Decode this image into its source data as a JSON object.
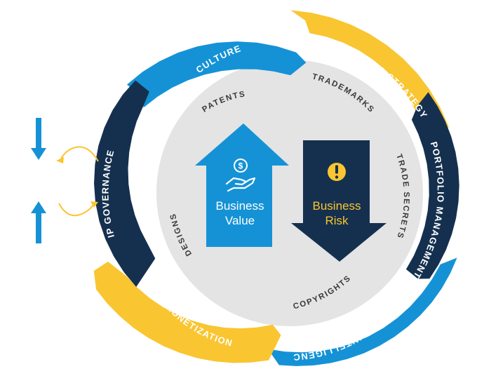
{
  "cycle": {
    "segments": [
      {
        "id": "culture",
        "label": "CULTURE",
        "color": "#1592d6"
      },
      {
        "id": "portfolio-strategy",
        "label": "PORTFOLIO STRATEGY",
        "color": "#f9c531"
      },
      {
        "id": "portfolio-management",
        "label": "PORTFOLIO MANAGEMENT",
        "color": "#15304f"
      },
      {
        "id": "industry-intelligence",
        "label": "INDUSTRY INTELLIGENCE",
        "color": "#1592d6"
      },
      {
        "id": "monetization",
        "label": "MONETIZATION",
        "color": "#f9c531"
      },
      {
        "id": "ip-governance",
        "label": "IP GOVERNANCE",
        "color": "#15304f"
      }
    ]
  },
  "assets": {
    "patents": "PATENTS",
    "trademarks": "TRADEMARKS",
    "trade_secrets": "TRADE SECRETS",
    "copyrights": "COPYRIGHTS",
    "designs": "DESIGNS"
  },
  "center": {
    "value": {
      "line1": "Business",
      "line2": "Value",
      "color": "#1592d6",
      "icon": "dollar-hand-icon"
    },
    "risk": {
      "line1": "Business",
      "line2": "Risk",
      "color": "#15304f",
      "text_color": "#f9c531",
      "icon": "exclamation-icon"
    }
  },
  "side_indicators": {
    "arrow_color": "#1592d6",
    "loop_color": "#f9c531"
  },
  "colors": {
    "inner_circle": "#e4e4e4",
    "ring_background": "#ffffff"
  }
}
